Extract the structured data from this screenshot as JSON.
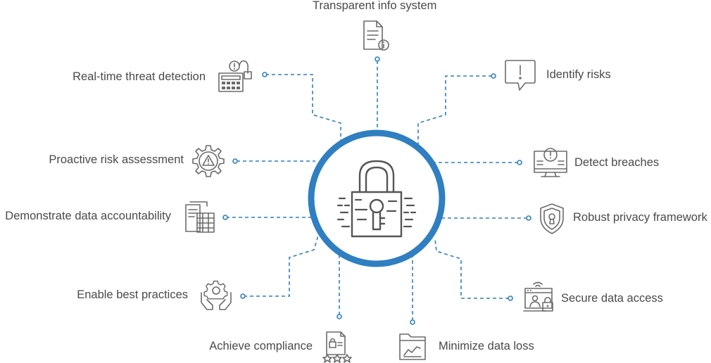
{
  "labels": {
    "transparent": "Transparent info system",
    "realtime": "Real-time threat detection",
    "identify": "Identify risks",
    "proactive": "Proactive risk assessment",
    "detect": "Detect breaches",
    "demonstrate": "Demonstrate data accountability",
    "robust": "Robust privacy framework",
    "enable": "Enable best practices",
    "secure": "Secure data access",
    "achieve": "Achieve compliance",
    "minimize": "Minimize data loss"
  },
  "icons": {
    "center": "padlock-data-icon",
    "transparent": "document-info-icon",
    "realtime": "keypad-alert-icon",
    "identify": "speech-bubble-exclamation-icon",
    "proactive": "gear-warning-icon",
    "detect": "monitor-alert-icon",
    "demonstrate": "documents-spreadsheet-icon",
    "robust": "shield-keyhole-icon",
    "enable": "hands-gear-icon",
    "secure": "laptop-lock-icon",
    "achieve": "certificate-stars-icon",
    "minimize": "folder-chart-icon"
  },
  "colors": {
    "accent": "#2f7fc1",
    "icon": "#6b6b6b",
    "text": "#4a4a4a"
  }
}
